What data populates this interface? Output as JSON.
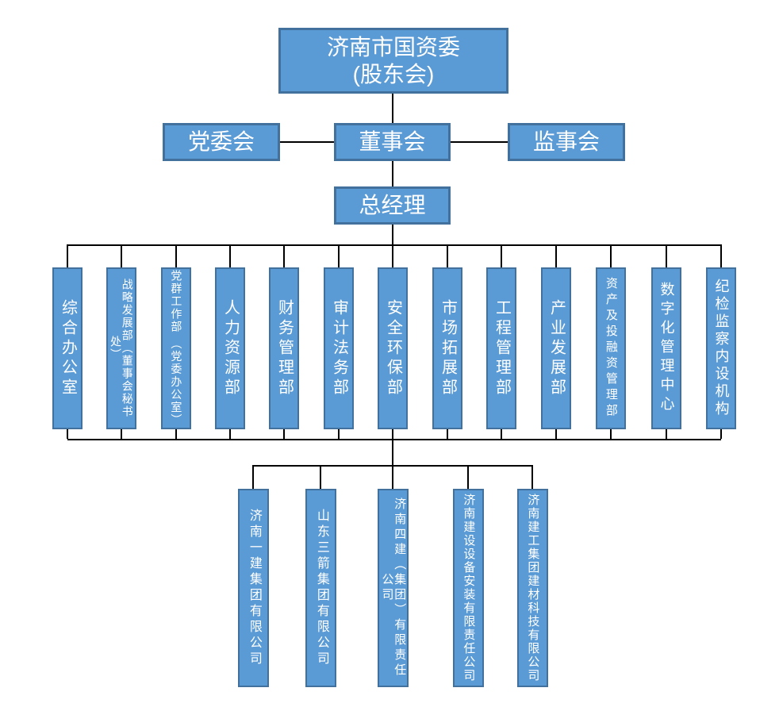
{
  "colors": {
    "box_fill": "#5B9BD5",
    "box_border": "#41719C",
    "connector": "#000000",
    "text": "#FFFFFF",
    "background": "#FFFFFF"
  },
  "root": {
    "line1": "济南市国资委",
    "line2": "(股东会)"
  },
  "level2": {
    "party_committee": "党委会",
    "board": "董事会",
    "supervisory_board": "监事会"
  },
  "general_manager": "总经理",
  "departments": [
    {
      "label": "综合办公室"
    },
    {
      "label": "战略发展部（董事会秘书处）"
    },
    {
      "label": "党群工作部 （党委办公室）"
    },
    {
      "label": "人力资源部"
    },
    {
      "label": "财务管理部"
    },
    {
      "label": "审计法务部"
    },
    {
      "label": "安全环保部"
    },
    {
      "label": "市场拓展部"
    },
    {
      "label": "工程管理部"
    },
    {
      "label": "产业发展部"
    },
    {
      "label": "资产及投融资管理部"
    },
    {
      "label": "数字化管理中心"
    },
    {
      "label": "纪检监察内设机构"
    }
  ],
  "subsidiaries": [
    {
      "label": "济南一建集团有限公司"
    },
    {
      "label": "山东三箭集团有限公司"
    },
    {
      "label": "济南四建（集团）有限责任公司"
    },
    {
      "label": "济南建设设备安装有限责任公司"
    },
    {
      "label": "济南建工集团建材科技有限公司"
    }
  ]
}
